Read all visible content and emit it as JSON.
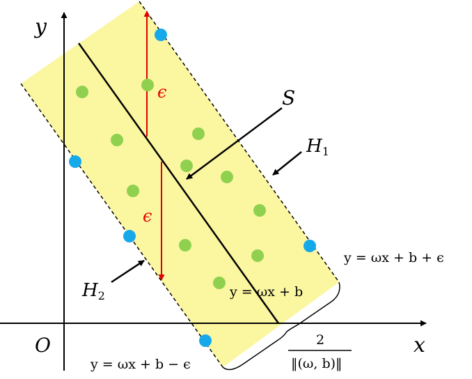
{
  "axes": {
    "x_label": "x",
    "y_label": "y",
    "origin_label": "O"
  },
  "labels": {
    "S": "S",
    "H1": "H",
    "H1_sub": "1",
    "H2": "H",
    "H2_sub": "2",
    "epsilon_top": "ϵ",
    "epsilon_bottom": "ϵ"
  },
  "equations": {
    "upper": "y = ωx + b + ϵ",
    "middle": "y = ωx + b",
    "lower": "y = ωx + b − ϵ"
  },
  "margin": {
    "numerator": "2",
    "denominator": "‖(ω, b)‖"
  },
  "colors": {
    "band_fill": "#fbf6a0",
    "inside_points": "#8fd14f",
    "support_points": "#16a9ea",
    "epsilon_arrows": "#e00000"
  }
}
